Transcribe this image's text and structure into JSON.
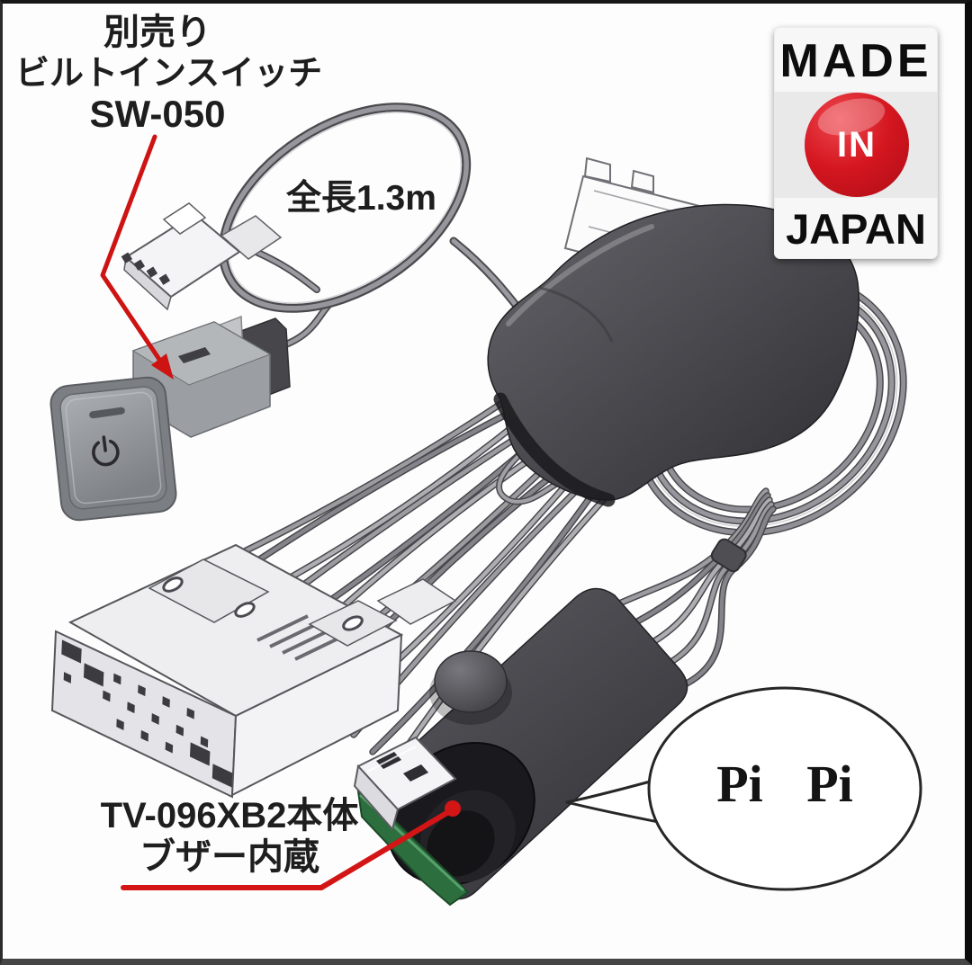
{
  "labels": {
    "optional_switch": {
      "line1": "別売り",
      "line2": "ビルトインスイッチ",
      "line3": "SW-050"
    },
    "cable_length": "全長1.3m",
    "device": {
      "line1": "TV-096XB2本体",
      "line2": "ブザー内蔵"
    },
    "buzzer_sound": "Pi Pi"
  },
  "badge": {
    "line1": "MADE",
    "line2": "IN",
    "line3": "JAPAN"
  },
  "colors": {
    "callout_red": "#ce1414",
    "badge_red": "#d4161f",
    "pcb_green": "#2d6e3e",
    "wire_gray": "#8e8e92",
    "background": "#fdfdfd"
  },
  "icons": {
    "power_icon": "power symbol on built-in switch",
    "japan_flag_circle": "red sun disc of MADE IN JAPAN badge"
  }
}
